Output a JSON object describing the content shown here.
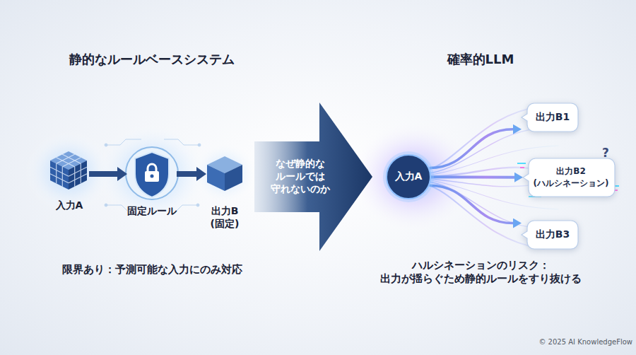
{
  "diagram": {
    "nodes": [
      {
        "text": [
          "入力A"
        ]
      },
      {
        "text": [
          "固定ルール"
        ]
      },
      {
        "text": [
          "出力B (固定)"
        ]
      },
      {
        "text": [
          "なぜ静的な ルールでは 守れないのか"
        ]
      },
      {
        "text": [
          "入力A"
        ]
      },
      {
        "text": [
          "出力B1"
        ]
      },
      {
        "text": [
          "出力B2 (ハルシネーション)"
        ]
      },
      {
        "text": [
          "出力B3"
        ]
      }
    ],
    "edges": [
      {
        "from": 0,
        "to": 1,
        "arrow": "to"
      },
      {
        "from": 1,
        "to": 2,
        "arrow": "to"
      },
      {
        "from": 4,
        "to": 5,
        "arrow": "to"
      },
      {
        "from": 4,
        "to": 6,
        "arrow": "to"
      },
      {
        "from": 4,
        "to": 7,
        "arrow": "to"
      }
    ],
    "labels": [
      "静的なルールベースシステム",
      "確率的LLM",
      "限界あり：予測可能な入力にのみ対応",
      "ハルシネーションのリスク： 出力が揺らぐため静的ルールをすり抜ける",
      "?",
      "© 2025 AI KnowledgeFlow"
    ]
  }
}
